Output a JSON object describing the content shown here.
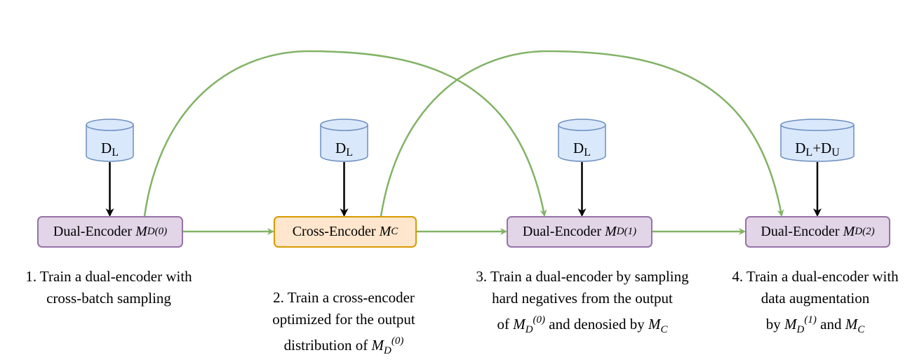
{
  "colors": {
    "dual_fill": "#e1d5e7",
    "dual_stroke": "#9673a6",
    "cross_fill": "#ffe6cc",
    "cross_stroke": "#d79b00",
    "db_fill": "#dae8fc",
    "db_stroke": "#6c8ebf",
    "flow_arrow": "#82b366",
    "data_arrow": "#000000"
  },
  "databases": [
    {
      "base": "D",
      "sub": "L"
    },
    {
      "base": "D",
      "sub": "L"
    },
    {
      "base": "D",
      "sub": "L"
    },
    {
      "base": "D",
      "sub": "L",
      "plus": "+",
      "base2": "D",
      "sub2": "U"
    }
  ],
  "nodes": [
    {
      "label": "Dual-Encoder ",
      "model": "M",
      "sub": "D",
      "sup": "(0)"
    },
    {
      "label": "Cross-Encoder ",
      "model": "M",
      "sub": "C",
      "sup": ""
    },
    {
      "label": "Dual-Encoder ",
      "model": "M",
      "sub": "D",
      "sup": "(1)"
    },
    {
      "label": "Dual-Encoder ",
      "model": "M",
      "sub": "D",
      "sup": "(2)"
    }
  ],
  "captions": [
    {
      "line1": "1. Train a dual-encoder with",
      "line2": "cross-batch sampling"
    },
    {
      "line1": "2. Train a cross-encoder",
      "line2": "optimized for the output",
      "line3_pre": "distribution of ",
      "m": "M",
      "sub": "D",
      "sup": "(0)"
    },
    {
      "line1": "3. Train a dual-encoder by sampling",
      "line2": "hard negatives from the output",
      "line3_pre": "of ",
      "m1": "M",
      "sub1": "D",
      "sup1": "(0)",
      "line3_mid": " and denosied by ",
      "m2": "M",
      "sub2": "C"
    },
    {
      "line1": "4. Train a dual-encoder with",
      "line2": "data augmentation",
      "line3_pre": "by ",
      "m1": "M",
      "sub1": "D",
      "sup1": "(1)",
      "line3_mid": " and ",
      "m2": "M",
      "sub2": "C"
    }
  ]
}
